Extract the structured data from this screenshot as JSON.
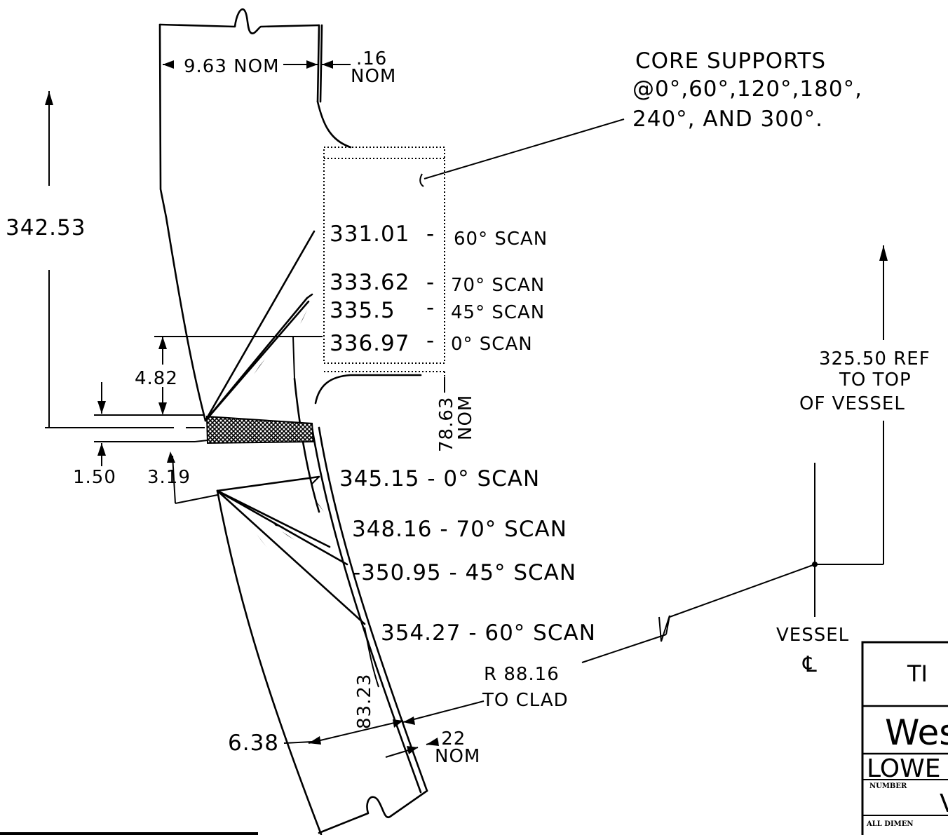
{
  "diagram": {
    "core_supports": {
      "line1": "CORE SUPPORTS",
      "line2": "@0°,60°,120°,180°,",
      "line3": "240°, AND 300°."
    },
    "dimensions": {
      "width_nom": "9.63 NOM",
      "thickness_value": ".16",
      "thickness_nom": "NOM",
      "height": "342.53",
      "d_4_82": "4.82",
      "d_1_50": "1.50",
      "d_3_19": "3.19",
      "d_78_63": "78.63",
      "d_78_63_nom": "NOM",
      "d_83_23": "83.23",
      "d_6_38": "6.38",
      "clad_value": ".22",
      "clad_nom": "NOM",
      "radius_line1": "R 88.16",
      "radius_line2": "TO CLAD"
    },
    "scans_upper": [
      {
        "pos": "331.01",
        "dash": "-",
        "angle": "60° SCAN"
      },
      {
        "pos": "333.62",
        "dash": "-",
        "angle": "70° SCAN"
      },
      {
        "pos": "335.5",
        "dash": "-",
        "angle": "45° SCAN"
      },
      {
        "pos": "336.97",
        "dash": "-",
        "angle": "0° SCAN"
      }
    ],
    "scans_lower": [
      "345.15 - 0° SCAN",
      "348.16 - 70° SCAN",
      "-350.95 - 45° SCAN",
      "354.27 - 60° SCAN"
    ],
    "reference": {
      "line1": "325.50 REF",
      "line2": "TO TOP",
      "line3": "OF VESSEL"
    },
    "vessel_label": "VESSEL",
    "centerline_symbol": "℄"
  },
  "title_block": {
    "row1": "TI",
    "row2": "Wes",
    "row3": "LOWE",
    "number_label": "NUMBER",
    "number_value": "V",
    "footer": "ALL DIMEN"
  }
}
